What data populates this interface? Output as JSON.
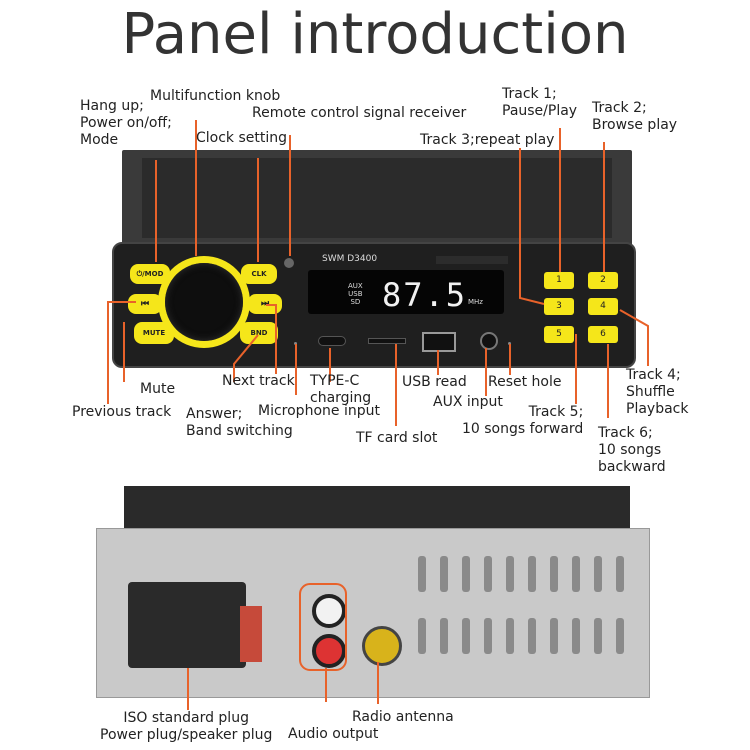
{
  "title": "Panel introduction",
  "front_labels": {
    "hang_up": "Hang up;\nPower on/off;\nMode",
    "multifunction_knob": "Multifunction knob",
    "remote_receiver": "Remote control signal receiver",
    "clock_setting": "Clock setting",
    "track3": "Track 3;repeat play",
    "track1": "Track 1;\nPause/Play",
    "track2": "Track 2;\nBrowse play",
    "mute": "Mute",
    "next_track": "Next track",
    "type_c": "TYPE-C\ncharging",
    "usb_read": "USB read",
    "reset_hole": "Reset hole",
    "track4": "Track 4;\nShuffle\nPlayback",
    "previous_track": "Previous track",
    "answer": "Answer;\nBand switching",
    "microphone": "Microphone input",
    "aux_input": "AUX input",
    "track5": "Track 5;\n10 songs forward",
    "tf_card": "TF card slot",
    "track6": "Track 6;\n10 songs\nbackward"
  },
  "device": {
    "brand": "SWM  D3400",
    "display_value": "87.5",
    "display_unit": "MHz",
    "display_modes": "AUX\nUSB\nSD",
    "buttons": {
      "mod": "⏻/MOD",
      "clk": "CLK",
      "prev": "⏮",
      "next": "⏭",
      "mute": "MUTE",
      "bnd": "BND"
    },
    "num_buttons": [
      "1",
      "2",
      "3",
      "4",
      "5",
      "6"
    ]
  },
  "back_labels": {
    "iso": "ISO standard plug\nPower plug/speaker plug",
    "audio_output": "Audio output",
    "radio_antenna": "Radio antenna"
  },
  "colors": {
    "accent": "#f5e61a",
    "callout_line": "#e8622a"
  }
}
